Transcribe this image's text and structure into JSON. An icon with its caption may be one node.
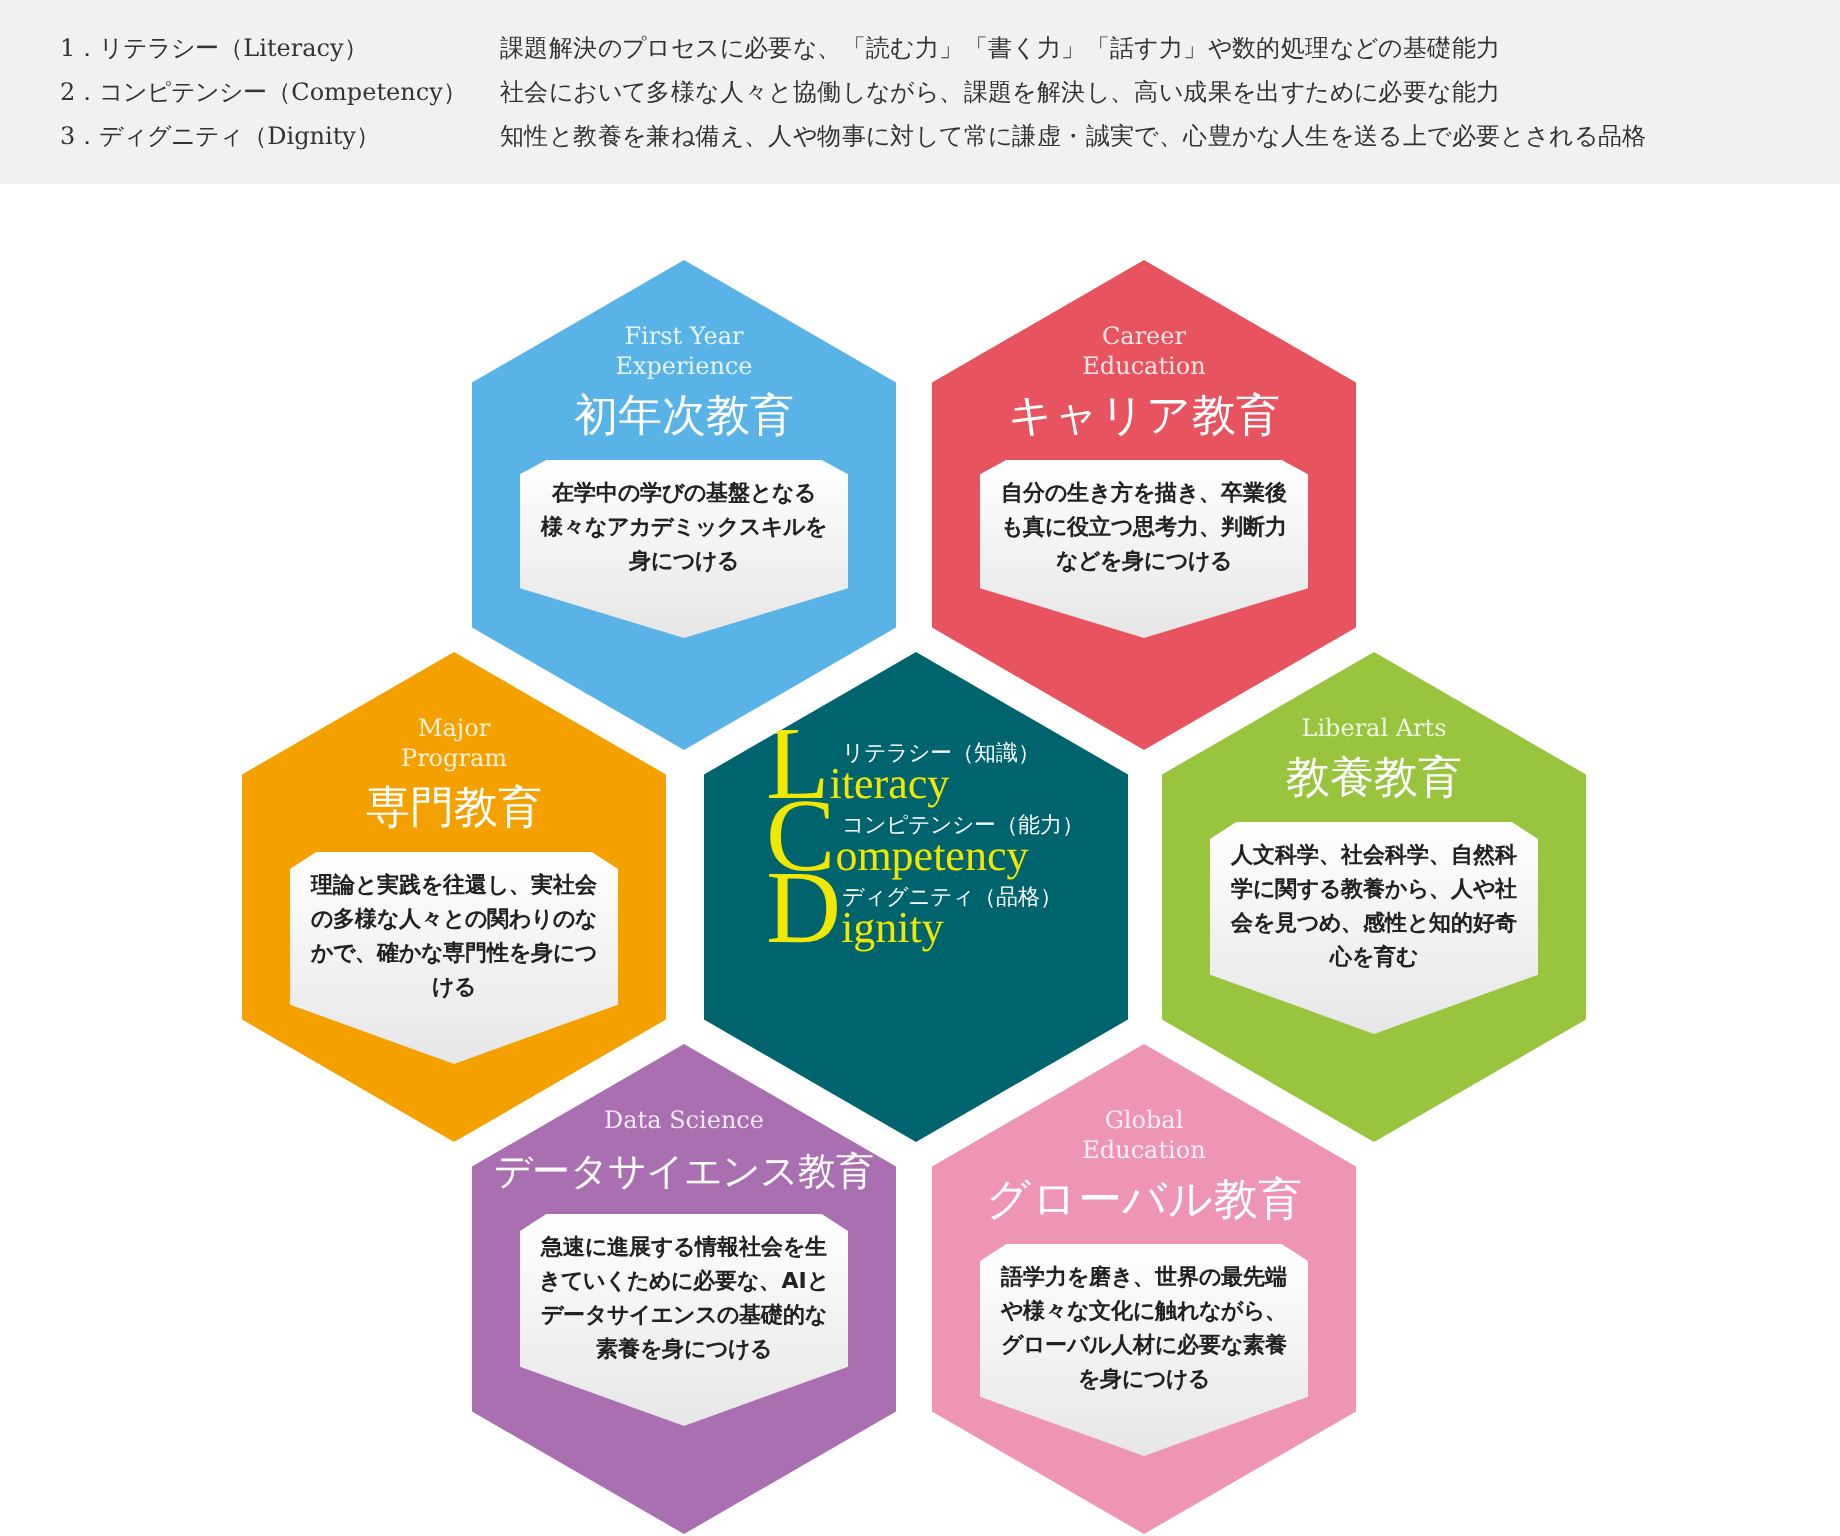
{
  "diagram": {
    "nodes": [
      {
        "text": [
          "First Year Experience",
          "初年次教育"
        ]
      },
      {
        "text": [
          "在学中の学びの基盤となる様々なアカデミックスキルを身につける"
        ],
        "in": 0
      },
      {
        "text": [
          "Career Education",
          "キャリア教育"
        ]
      },
      {
        "text": [
          "自分の生き方を描き、卒業後も真に役立つ思考力、判断力などを身につける"
        ],
        "in": 2
      },
      {
        "text": [
          "Major Program",
          "専門教育"
        ]
      },
      {
        "text": [
          "理論と実践を往還し、実社会の多様な人々との関わりのなかで、確かな専門性を身につける"
        ],
        "in": 4
      },
      {
        "text": [
          "リテラシー（知識）",
          "Literacy",
          "コンピテンシー（能力）",
          "Competency",
          "ディグニティ（品格）",
          "Dignity"
        ]
      },
      {
        "text": [
          "Liberal Arts",
          "教養教育"
        ]
      },
      {
        "text": [
          "人文科学、社会科学、自然科学に関する教養から、人や社会を見つめ、感性と知的好奇心を育む"
        ],
        "in": 7
      },
      {
        "text": [
          "Data Science",
          "データサイエンス教育"
        ]
      },
      {
        "text": [
          "急速に進展する情報社会を生きていくために必要な、AIとデータサイエンスの基礎的な素養を身につける"
        ],
        "in": 9
      },
      {
        "text": [
          "Global Education",
          "グローバル教育"
        ]
      },
      {
        "text": [
          "語学力を磨き、世界の最先端や様々な文化に触れながら、グローバル人材に必要な素養を身につける"
        ],
        "in": 11
      }
    ],
    "edges": [],
    "labels": [
      "1．リテラシー（Literacy）",
      "課題解決のプロセスに必要な、「読む力」「書く力」「話す力」や数的処理などの基礎能力",
      "2．コンピテンシー（Competency）",
      "社会において多様な人々と協働しながら、課題を解決し、高い成果を出すために必要な能力",
      "3．ディグニティ（Dignity）",
      "知性と教養を兼ね備え、人や物事に対して常に謙虚・誠実で、心豊かな人生を送る上で必要とされる品格"
    ]
  }
}
